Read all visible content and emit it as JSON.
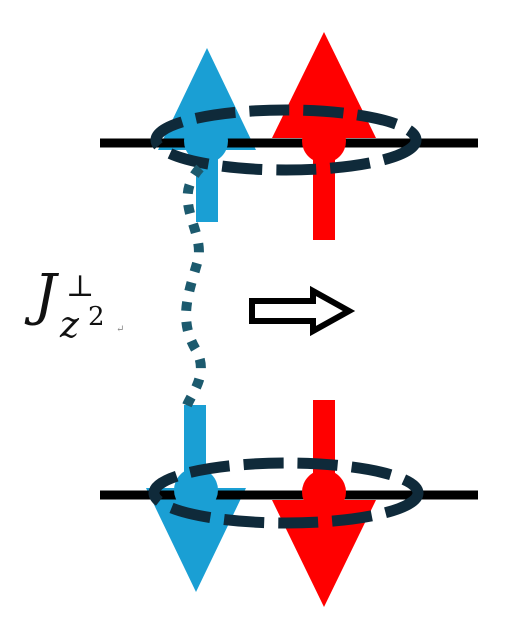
{
  "coupling": {
    "symbol": "J",
    "superscript": "⊥",
    "subscript": "z",
    "subscript_power": "2",
    "return_mark": "↵"
  },
  "colors": {
    "spin_blue": "#1a9fd4",
    "spin_red": "#ff0000",
    "orbital_outline": "#0f2a3a",
    "exchange_path": "#1c5a6e",
    "bond_line": "#000000"
  },
  "icons": {
    "transform_arrow": "hollow-right-arrow-icon"
  }
}
